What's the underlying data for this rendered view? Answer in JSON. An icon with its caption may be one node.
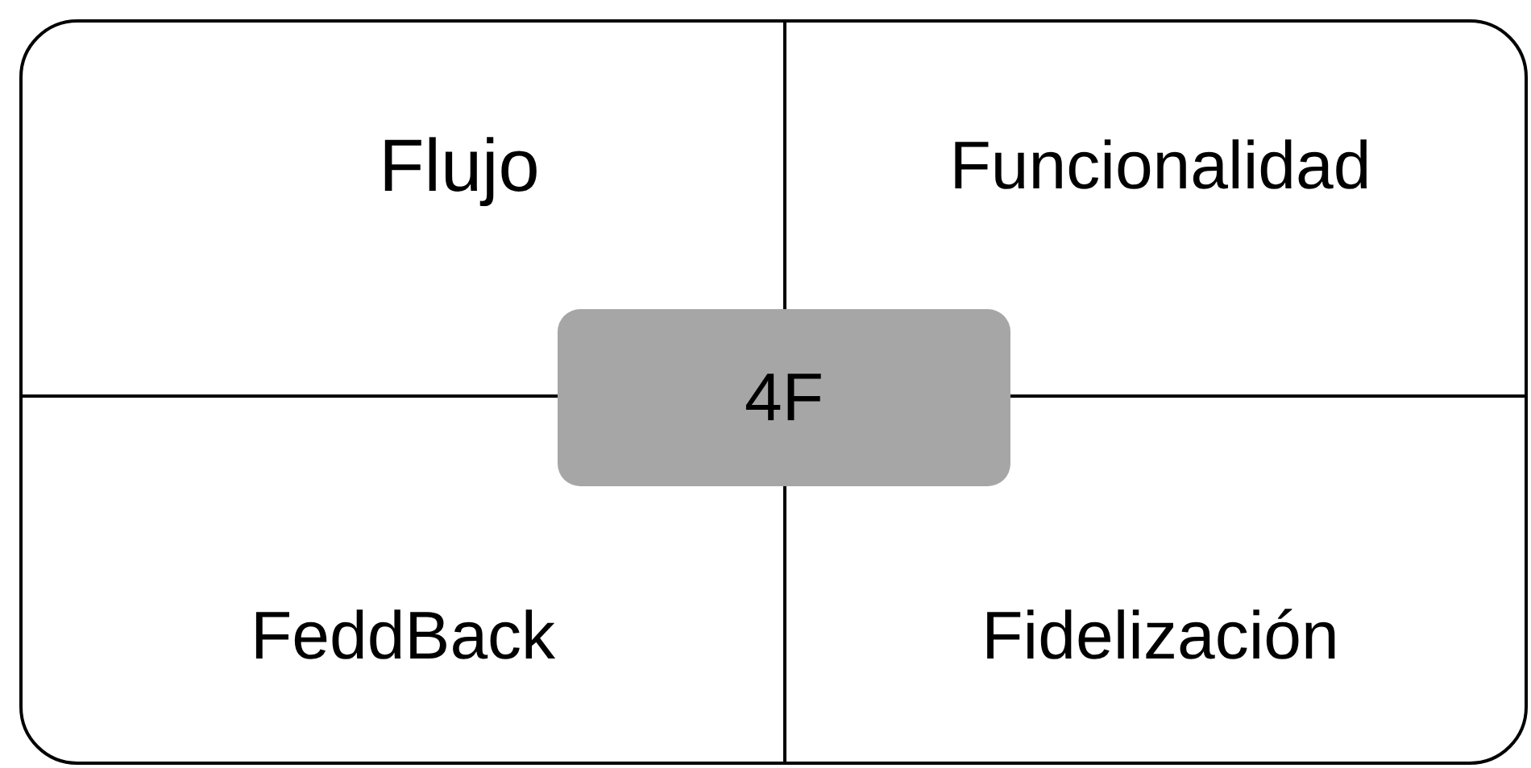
{
  "diagram": {
    "nodes": [
      {
        "text": [],
        "shape": "box"
      },
      {
        "text": [
          "Flujo"
        ],
        "in": 0
      },
      {
        "text": [
          "Funcionalidad"
        ],
        "in": 0
      },
      {
        "text": [
          "FeddBack"
        ],
        "in": 0
      },
      {
        "text": [
          "Fidelización"
        ],
        "in": 0
      },
      {
        "text": [
          "4F"
        ],
        "in": 0
      }
    ],
    "edges": []
  }
}
